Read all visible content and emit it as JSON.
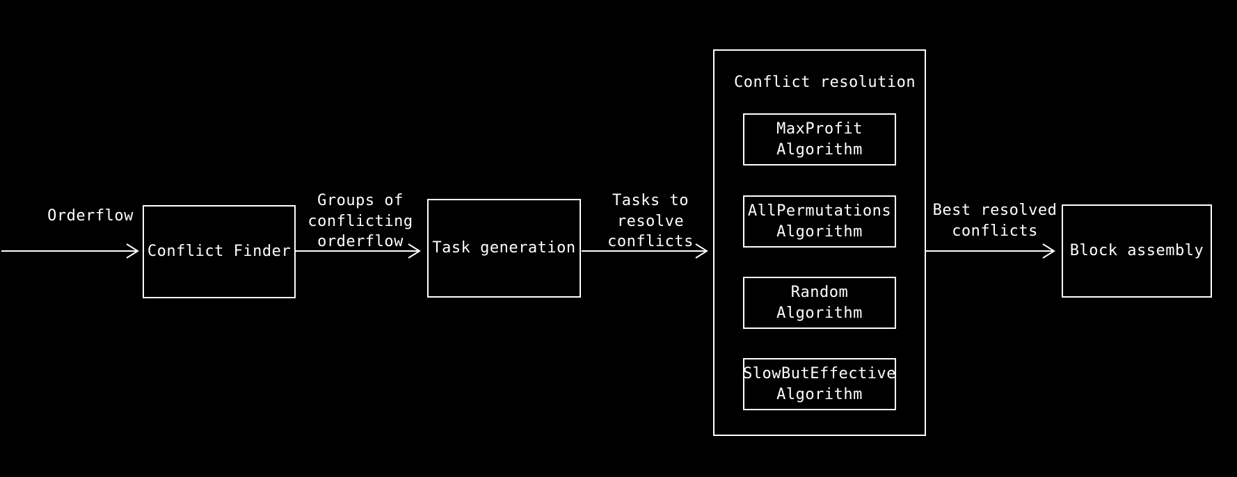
{
  "diagram": {
    "background_color": "#000000",
    "stroke_color": "#ffffff",
    "text_color": "#ffffff",
    "nodes": {
      "conflict_finder": "Conflict Finder",
      "task_generation": "Task generation",
      "block_assembly": "Block assembly"
    },
    "group": {
      "title": "Conflict resolution",
      "algorithms": [
        "MaxProfit\nAlgorithm",
        "AllPermutations\nAlgorithm",
        "Random\nAlgorithm",
        "SlowButEffective\nAlgorithm"
      ]
    },
    "edge_labels": {
      "input": "Orderflow",
      "finder_to_task": "Groups of\nconflicting\norderflow",
      "task_to_resolution": "Tasks to\nresolve\nconflicts",
      "resolution_to_assembly": "Best resolved\nconflicts"
    }
  }
}
